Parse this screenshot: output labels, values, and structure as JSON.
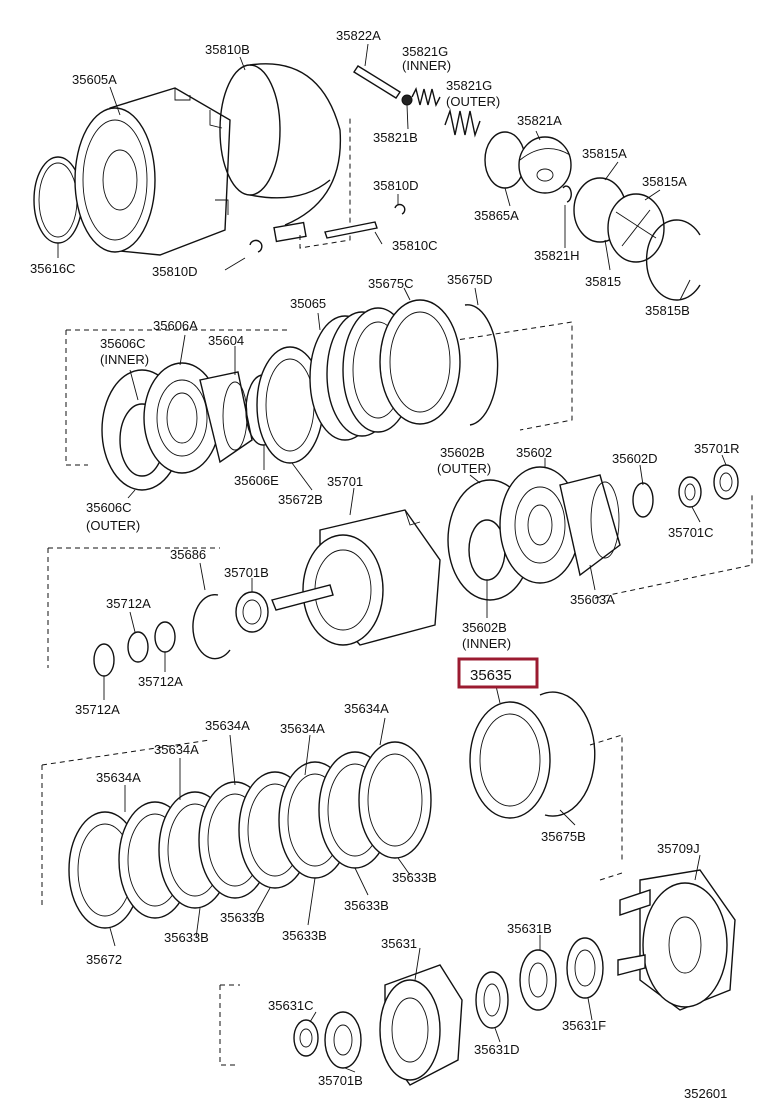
{
  "diagram_id": "352601",
  "highlight_color": "#9b1b30",
  "labels": {
    "p35605A": "35605A",
    "p35810B": "35810B",
    "p35822A": "35822A",
    "p35821G_inner": "35821G",
    "p35821G_inner_note": "(INNER)",
    "p35821G_outer": "35821G",
    "p35821G_outer_note": "(OUTER)",
    "p35821A": "35821A",
    "p35821B": "35821B",
    "p35815A_1": "35815A",
    "p35815A_2": "35815A",
    "p35810D_top": "35810D",
    "p35865A": "35865A",
    "p35821H": "35821H",
    "p35815": "35815",
    "p35815B": "35815B",
    "p35616C": "35616C",
    "p35810D_bottom": "35810D",
    "p35810C": "35810C",
    "p35065": "35065",
    "p35675C": "35675C",
    "p35675D": "35675D",
    "p35606A": "35606A",
    "p35606C_inner": "35606C",
    "p35606C_inner_note": "(INNER)",
    "p35604": "35604",
    "p35606C_outer": "35606C",
    "p35606C_outer_note": "(OUTER)",
    "p35606E": "35606E",
    "p35672B": "35672B",
    "p35701": "35701",
    "p35602B_outer": "35602B",
    "p35602B_outer_note": "(OUTER)",
    "p35602": "35602",
    "p35602D": "35602D",
    "p35701R": "35701R",
    "p35701C": "35701C",
    "p35603A": "35603A",
    "p35602B_inner": "35602B",
    "p35602B_inner_note": "(INNER)",
    "p35686": "35686",
    "p35701B_mid": "35701B",
    "p35712A_1": "35712A",
    "p35712A_2": "35712A",
    "p35712A_3": "35712A",
    "p35635": "35635",
    "p35675B": "35675B",
    "p35634A_1": "35634A",
    "p35634A_2": "35634A",
    "p35634A_3": "35634A",
    "p35634A_4": "35634A",
    "p35634A_5": "35634A",
    "p35633B_1": "35633B",
    "p35633B_2": "35633B",
    "p35633B_3": "35633B",
    "p35633B_4": "35633B",
    "p35633B_5": "35633B",
    "p35672": "35672",
    "p35709J": "35709J",
    "p35631": "35631",
    "p35631B": "35631B",
    "p35631C": "35631C",
    "p35631D": "35631D",
    "p35631F": "35631F",
    "p35701B_bottom": "35701B"
  }
}
